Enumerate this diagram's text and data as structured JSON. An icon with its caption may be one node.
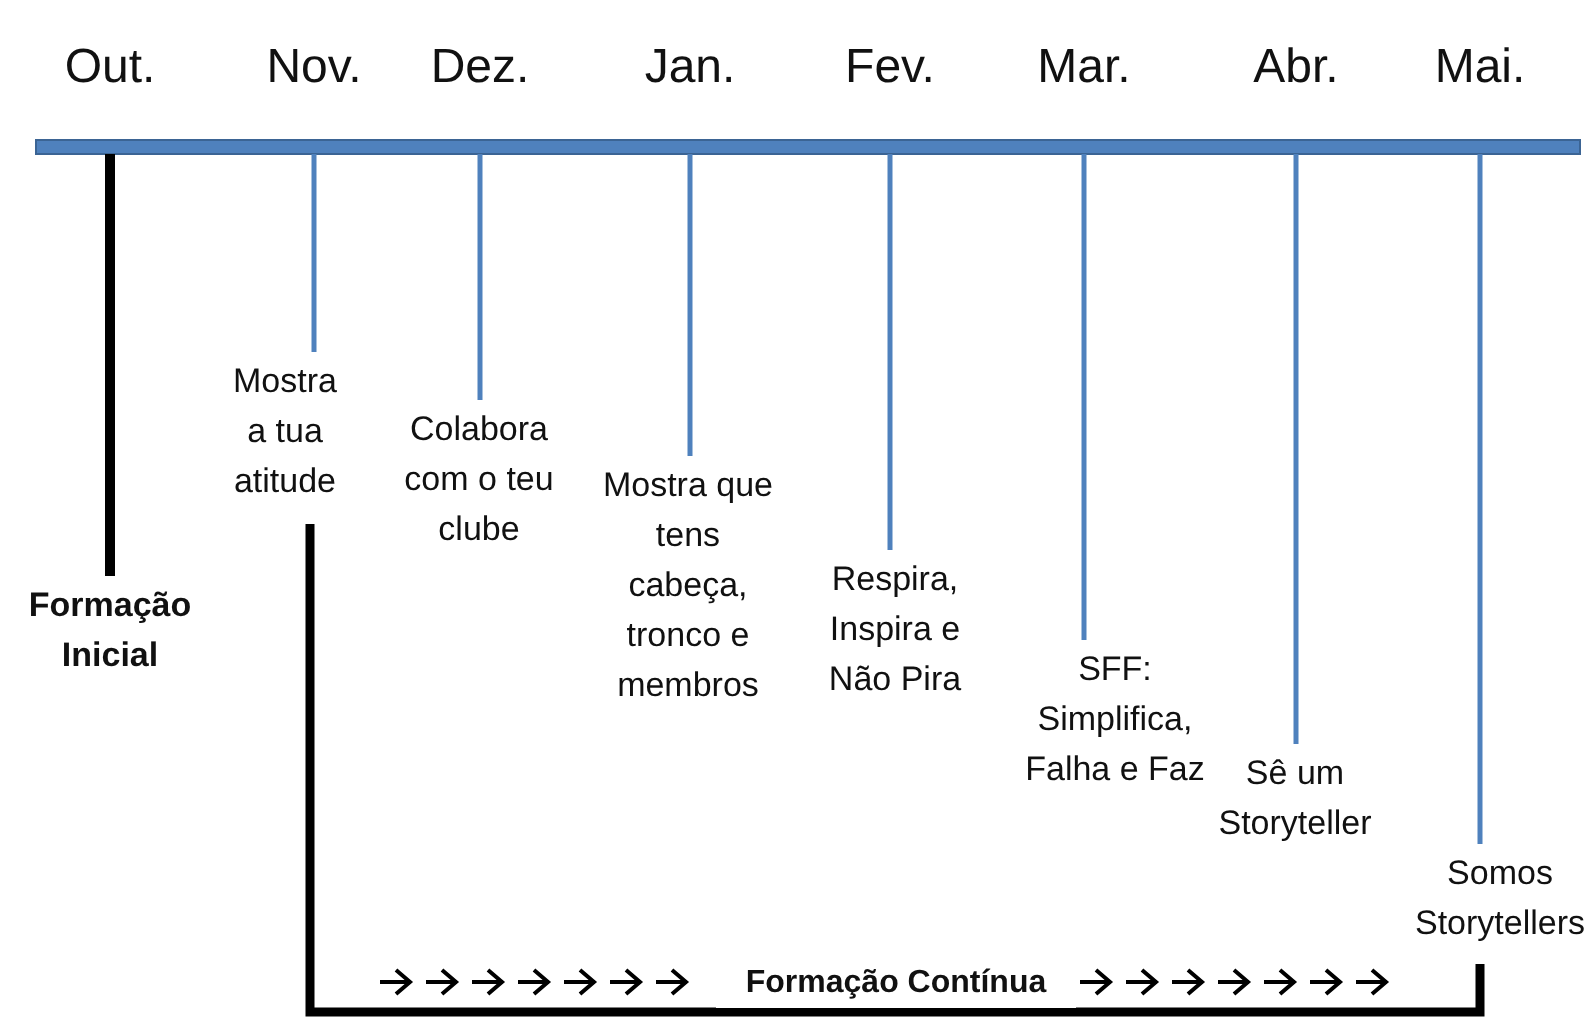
{
  "diagram": {
    "nodes": [
      {
        "text": [],
        "shape": "bar"
      },
      {
        "text": [
          "Formação Inicial"
        ]
      },
      {
        "text": [
          "Mostra a tua atitude"
        ]
      },
      {
        "text": [
          "Colabora com o teu clube"
        ]
      },
      {
        "text": [
          "Mostra que tens cabeça, tronco e membros"
        ]
      },
      {
        "text": [
          "Respira, Inspira e Não Pira"
        ]
      },
      {
        "text": [
          "SFF: Simplifica, Falha e Faz"
        ]
      },
      {
        "text": [
          "Sê um Storyteller"
        ]
      },
      {
        "text": [
          "Somos Storytellers"
        ]
      }
    ],
    "edges": [
      {
        "from": 0,
        "to": 1,
        "arrow": "none",
        "style": "thick",
        "color": "#000000"
      },
      {
        "from": 0,
        "to": 2,
        "arrow": "none"
      },
      {
        "from": 0,
        "to": 3,
        "arrow": "none"
      },
      {
        "from": 0,
        "to": 4,
        "arrow": "none"
      },
      {
        "from": 0,
        "to": 5,
        "arrow": "none"
      },
      {
        "from": 0,
        "to": 6,
        "arrow": "none"
      },
      {
        "from": 0,
        "to": 7,
        "arrow": "none"
      },
      {
        "from": 0,
        "to": 8,
        "arrow": "none"
      },
      {
        "from": 2,
        "to": 8,
        "arrow": "none",
        "label": "Formação Contínua",
        "style": "thick",
        "color": "#000000"
      }
    ],
    "labels": [
      "Out.",
      "Nov.",
      "Dez.",
      "Jan.",
      "Fev.",
      "Mar.",
      "Abr.",
      "Mai."
    ]
  }
}
